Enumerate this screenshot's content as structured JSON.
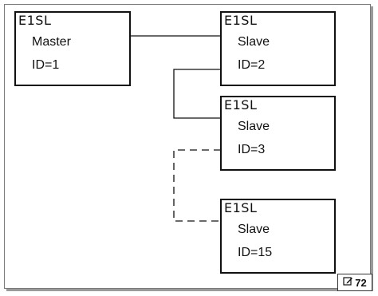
{
  "diagram": {
    "master": {
      "title": "E1SL",
      "role": "Master",
      "id": "ID=1"
    },
    "slaves": [
      {
        "title": "E1SL",
        "role": "Slave",
        "id": "ID=2"
      },
      {
        "title": "E1SL",
        "role": "Slave",
        "id": "ID=3"
      },
      {
        "title": "E1SL",
        "role": "Slave",
        "id": "ID=15"
      }
    ]
  },
  "badge": {
    "icon": "edit-icon",
    "label": "72"
  }
}
